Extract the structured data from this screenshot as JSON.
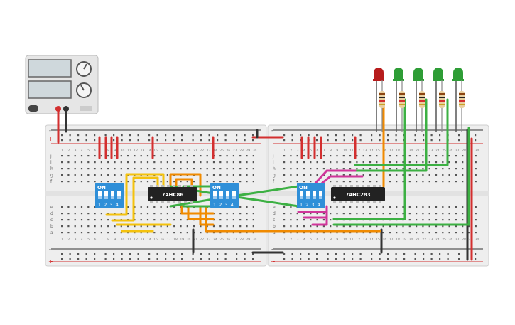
{
  "colors": {
    "rail_red": "#d32f2f",
    "rail_dark": "#333333",
    "board": "#eeeeee",
    "wire_yellow": "#f4c20d",
    "wire_orange": "#f08a00",
    "wire_green": "#3cb043",
    "wire_magenta": "#d0359a",
    "dip_blue": "#2f8fd8",
    "chip_black": "#222222",
    "led_red": "#b71c1c",
    "led_green": "#2e9d36"
  },
  "chips": {
    "left_label": "74HC86",
    "right_label": "74HC283"
  },
  "dip_switches": {
    "left": {
      "on_label": "ON",
      "numbers": "1 2 3 4"
    },
    "middle": {
      "on_label": "ON",
      "numbers": "1 2 3 4"
    },
    "right": {
      "on_label": "ON",
      "numbers": "1 2 3 4"
    }
  },
  "leds": [
    "red",
    "green",
    "green",
    "green",
    "green"
  ],
  "breadboard": {
    "row_letters_top": [
      "j",
      "i",
      "h",
      "g",
      "f"
    ],
    "row_letters_bottom": [
      "e",
      "d",
      "c",
      "b",
      "a"
    ],
    "plus": "+",
    "minus": "-",
    "left_columns": [
      "1",
      "2",
      "3",
      "4",
      "5",
      "6",
      "7",
      "8",
      "9",
      "10",
      "11",
      "12",
      "13",
      "14",
      "15",
      "16",
      "17",
      "18",
      "19",
      "20",
      "21",
      "22",
      "23",
      "24",
      "25",
      "26",
      "27",
      "28",
      "29",
      "30"
    ],
    "right_columns": [
      "1",
      "2",
      "3",
      "4",
      "5",
      "6",
      "7",
      "8",
      "9",
      "10",
      "11",
      "12",
      "13",
      "14",
      "15",
      "16",
      "17",
      "18",
      "19",
      "20",
      "21",
      "22",
      "23",
      "24",
      "25",
      "26",
      "27",
      "28",
      "29",
      "30"
    ]
  }
}
